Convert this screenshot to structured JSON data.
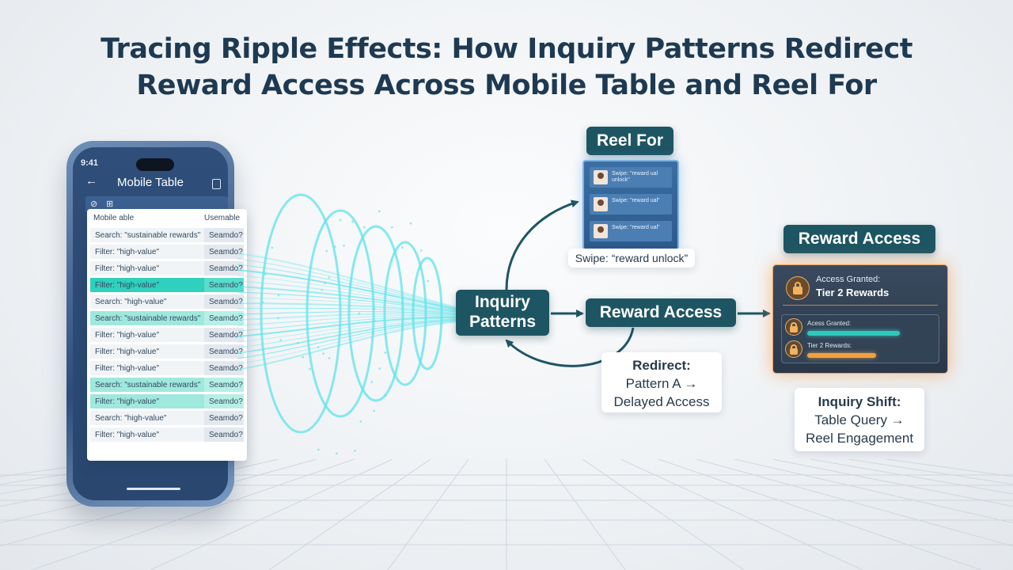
{
  "title": {
    "line1": "Tracing Ripple Effects: How Inquiry Patterns Redirect",
    "line2": "Reward Access Across Mobile Table and Reel For"
  },
  "phone": {
    "time": "9:41",
    "back_glyph": "←",
    "app_title": "Mobile Table",
    "toolbar_icons": [
      "⊘",
      "⊞"
    ]
  },
  "table": {
    "headers": [
      "Mobile able",
      "Usemable"
    ],
    "rows": [
      {
        "query": "Search: \"sustainable rewards\"",
        "status": "Seamdo?",
        "highlight": "none"
      },
      {
        "query": "Filter: \"high-value\"",
        "status": "Seamdo?",
        "highlight": "none"
      },
      {
        "query": "Filter: \"high-value\"",
        "status": "Seamdo?",
        "highlight": "none"
      },
      {
        "query": "Filter: \"high-value\"",
        "status": "Seamdo?",
        "highlight": "strong"
      },
      {
        "query": "Search: \"high-value\"",
        "status": "Seamdo?",
        "highlight": "none"
      },
      {
        "query": "Search: \"sustainable rewards\"",
        "status": "Seamdo?",
        "highlight": "soft"
      },
      {
        "query": "Filter: \"high-value\"",
        "status": "Seamdo?",
        "highlight": "none"
      },
      {
        "query": "Filter: \"high-value\"",
        "status": "Seamdo?",
        "highlight": "none"
      },
      {
        "query": "Filter: \"high-value\"",
        "status": "Seamdo?",
        "highlight": "none"
      },
      {
        "query": "Search: \"sustainable rewards\"",
        "status": "Seamdo?",
        "highlight": "soft"
      },
      {
        "query": "Filter: \"high-value\"",
        "status": "Seamdo?",
        "highlight": "soft"
      },
      {
        "query": "Search: \"high-value\"",
        "status": "Seamdo?",
        "highlight": "none"
      },
      {
        "query": "Filter: \"high-value\"",
        "status": "Seamdo?",
        "highlight": "none"
      }
    ]
  },
  "nodes": {
    "inquiry": {
      "line1": "Inquiry",
      "line2": "Patterns"
    },
    "reward_access_mid": "Reward Access",
    "reel_for_title": "Reel For",
    "reward_access_title": "Reward Access"
  },
  "reel": {
    "items": [
      {
        "text": "Swipe: \"reward ual unlock\""
      },
      {
        "text": "Swipe: \"reward ual\""
      },
      {
        "text": "Swipe: \"reward ual\""
      }
    ],
    "caption": "Swipe: “reward unlock”"
  },
  "redirect": {
    "line1": "Redirect:",
    "line2": "Pattern A →",
    "line3": "Delayed Access"
  },
  "access_panel": {
    "label": "Access Granted:",
    "tier": "Tier 2 Rewards",
    "sub1_label": "Acess Granted:",
    "sub1_progress": 0.78,
    "sub2_label": "Tier 2 Rewards:",
    "sub2_progress": 0.58
  },
  "shift": {
    "line1": "Inquiry Shift:",
    "line2": "Table Query →",
    "line3": "Reel Engagement"
  },
  "colors": {
    "node_dark": "#1e5563",
    "teal_highlight": "#2fd0bd",
    "glow_orange": "#f0a25a",
    "ripple_cyan": "#5fe3ea",
    "arrow": "#1e5563"
  }
}
